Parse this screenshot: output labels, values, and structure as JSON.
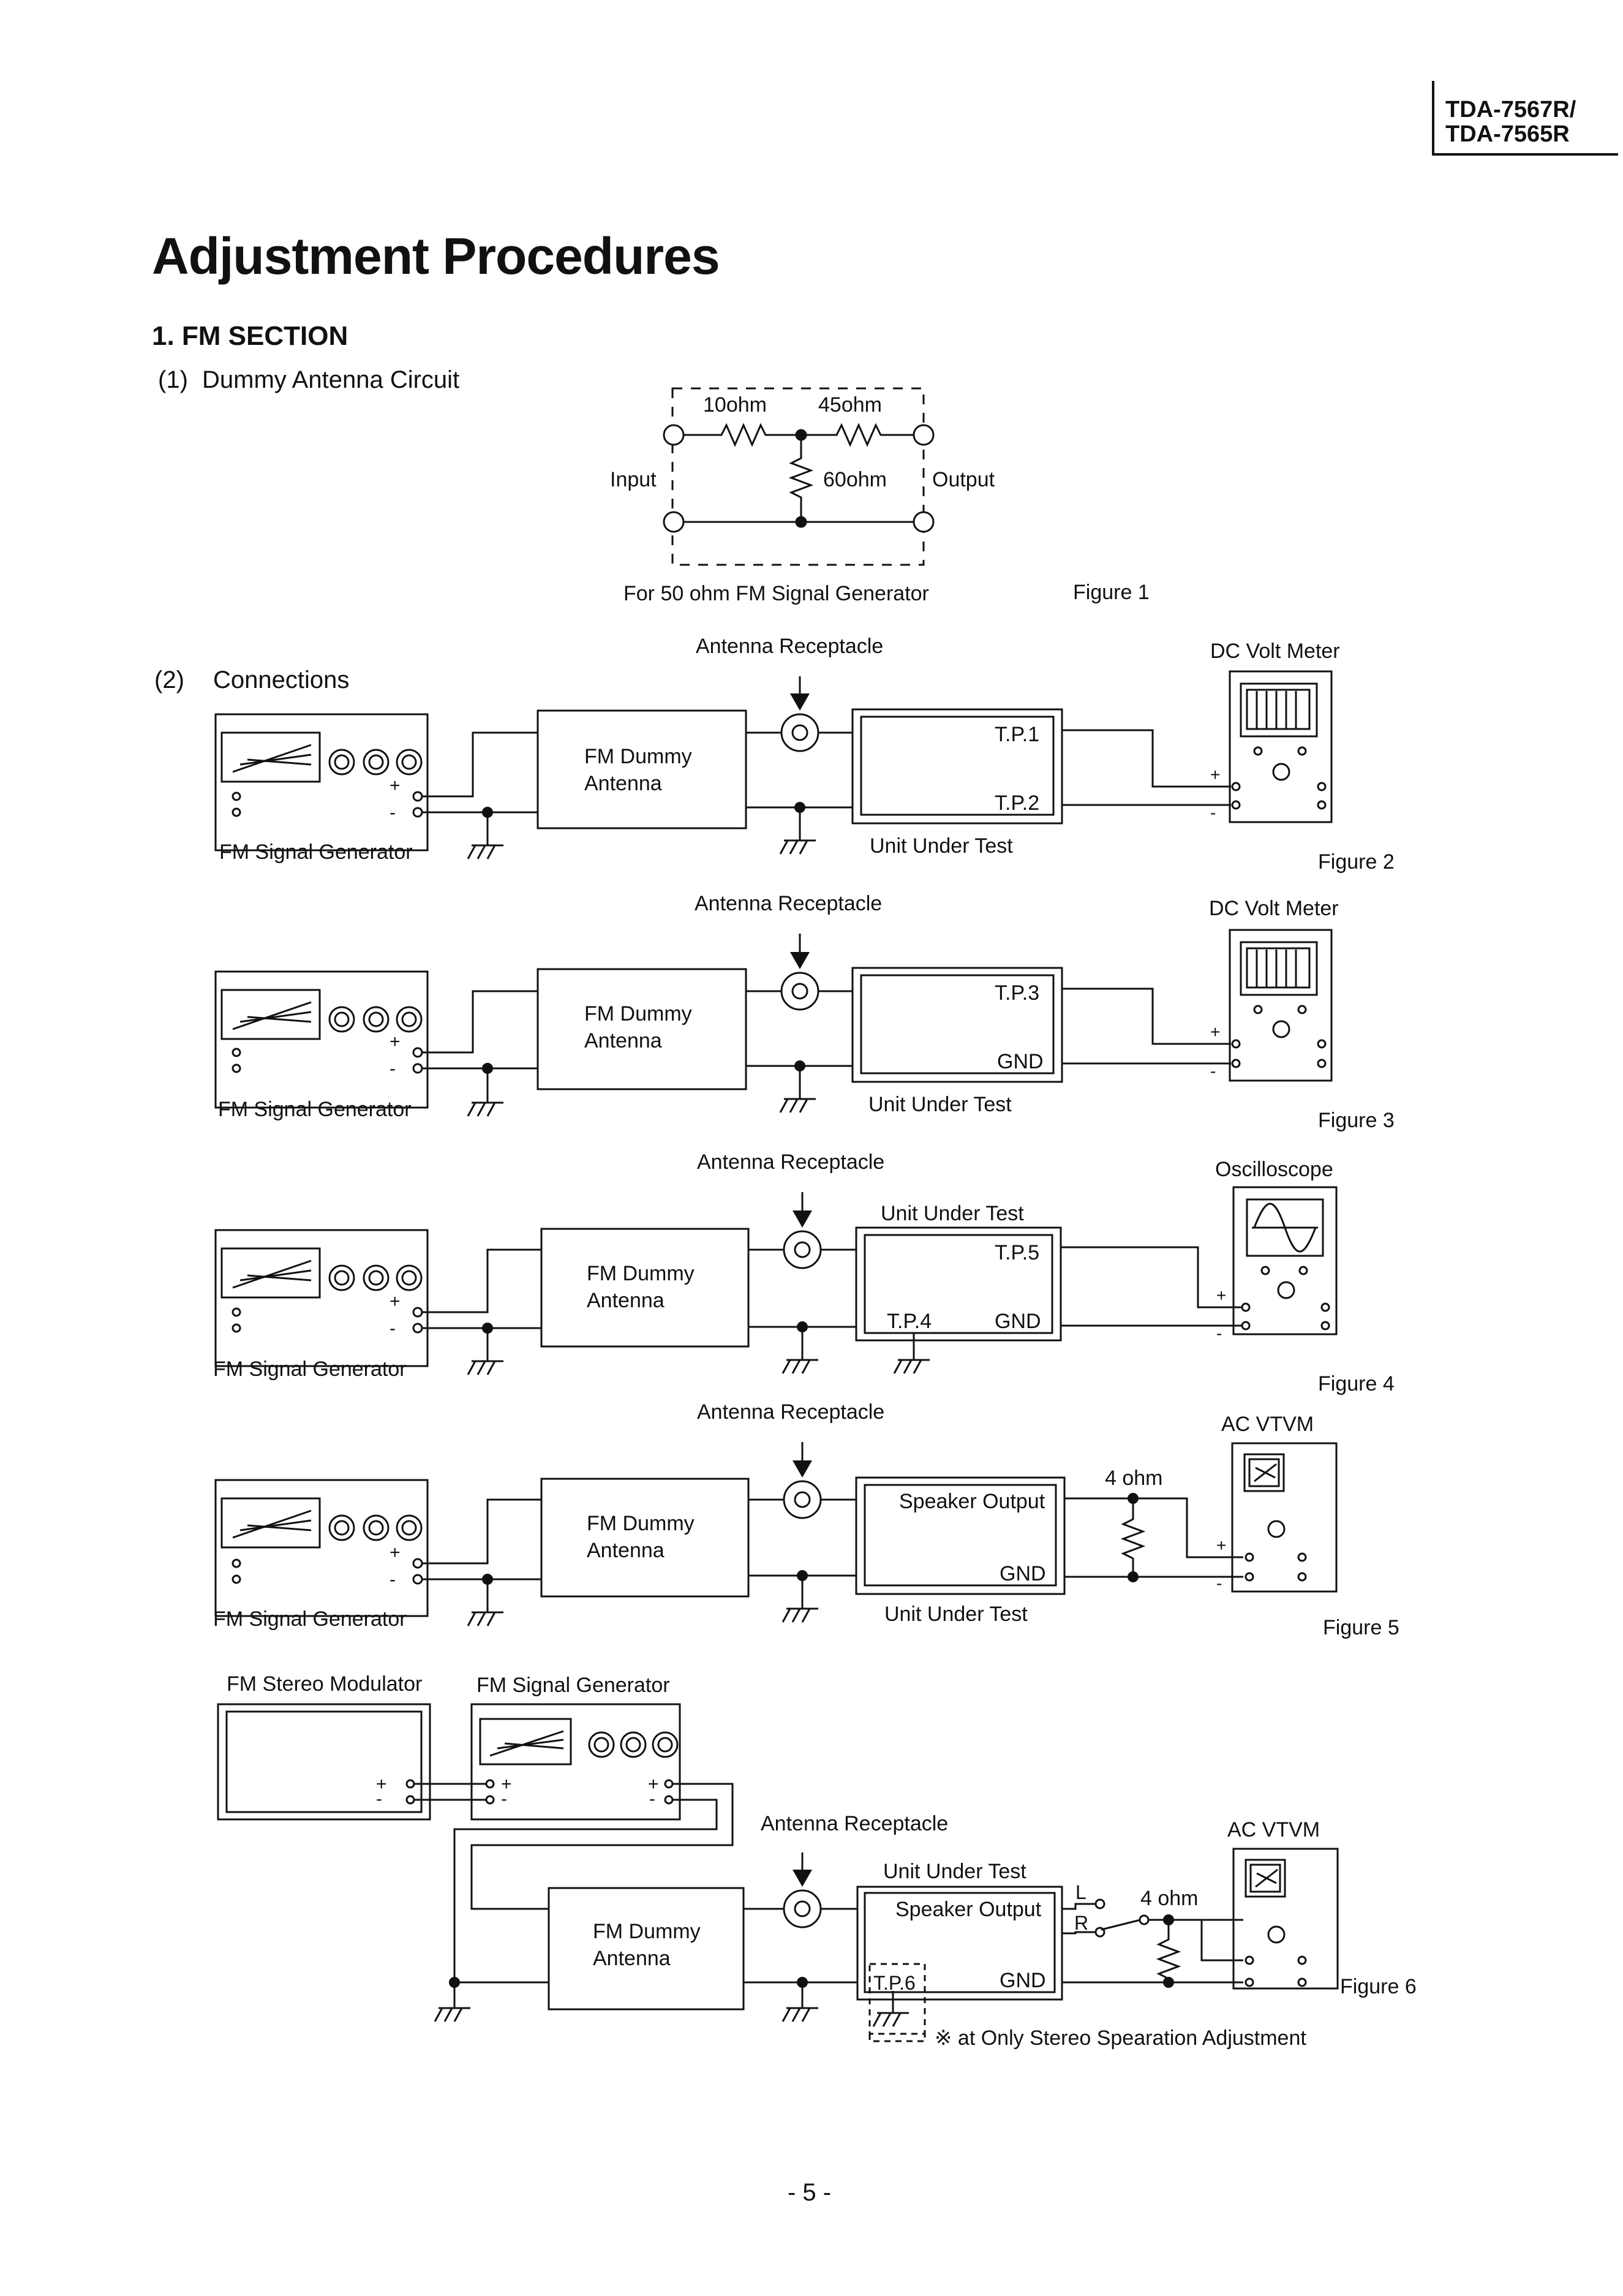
{
  "header": {
    "model_1": "TDA-7567R/",
    "model_2": "TDA-7565R"
  },
  "page": {
    "title": "Adjustment Procedures",
    "section": "1.  FM SECTION",
    "page_number": "- 5 -"
  },
  "subsections": {
    "s1_num": "(1)",
    "s1": "Dummy Antenna Circuit",
    "s2_num": "(2)",
    "s2": "Connections"
  },
  "labels": {
    "r1": "10ohm",
    "r2": "45ohm",
    "r3": "60ohm",
    "input": "Input",
    "output": "Output",
    "caption": "For 50 ohm FM Signal Generator",
    "antenna_receptacle": "Antenna Receptacle",
    "fm_dummy_1": "FM Dummy",
    "fm_dummy_2": "Antenna",
    "signal_generator": "FM Signal Generator",
    "unit_under_test": "Unit Under Test",
    "dc_volt_meter": "DC Volt Meter",
    "oscilloscope": "Oscilloscope",
    "ac_vtvm": "AC VTVM",
    "tp1": "T.P.1",
    "tp2": "T.P.2",
    "tp3": "T.P.3",
    "tp4": "T.P.4",
    "tp5": "T.P.5",
    "tp6": "T.P.6",
    "gnd": "GND",
    "speaker_output": "Speaker Output",
    "four_ohm": "4 ohm",
    "stereo_modulator": "FM Stereo Modulator",
    "plus": "+",
    "minus": "-",
    "L": "L",
    "R": "R",
    "note": "※ at Only Stereo Spearation Adjustment"
  },
  "figures": [
    "Figure 1",
    "Figure 2",
    "Figure 3",
    "Figure 4",
    "Figure 5",
    "Figure 6"
  ]
}
